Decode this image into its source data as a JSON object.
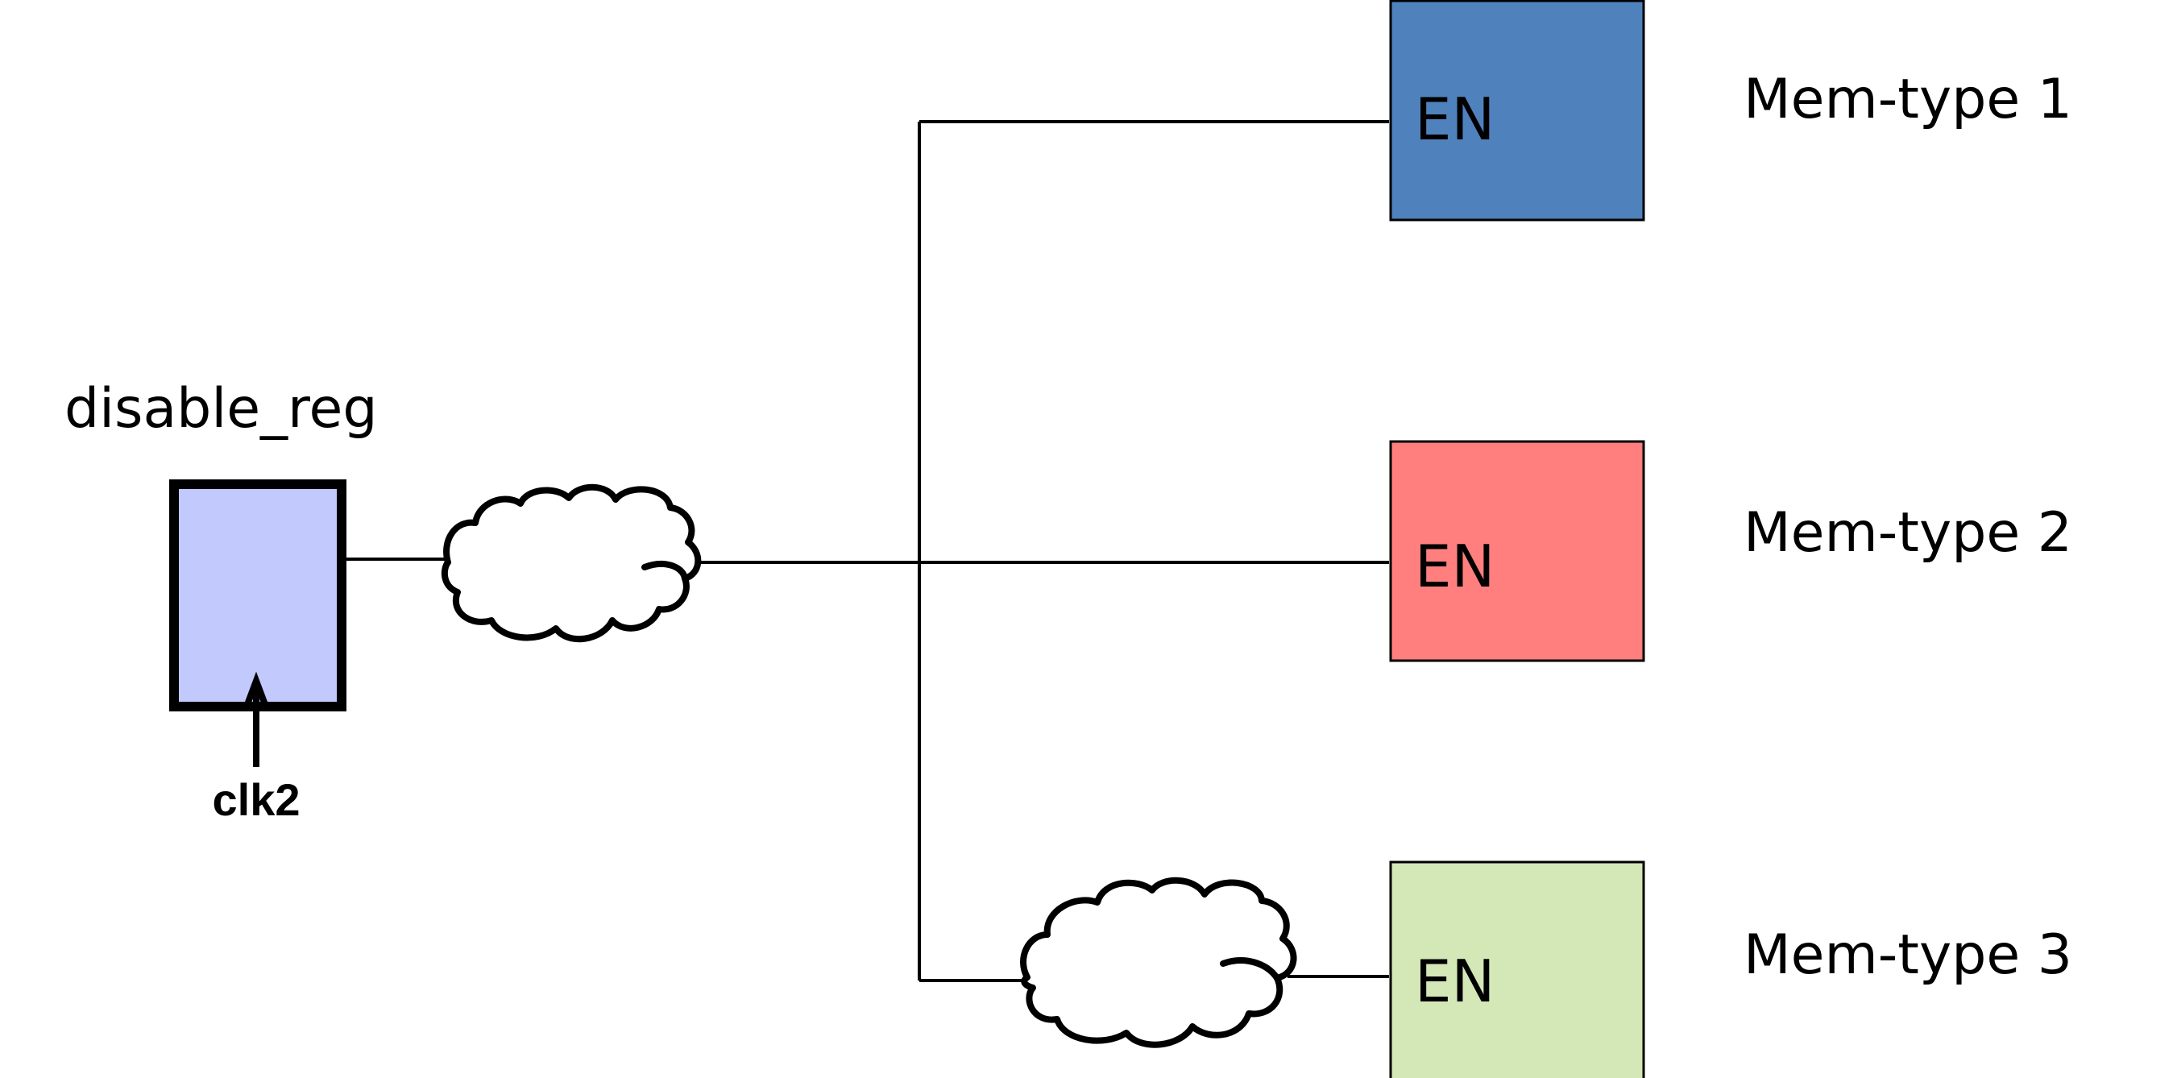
{
  "register": {
    "name": "disable_reg",
    "clock": "clk2",
    "fill": "#c1c9fd"
  },
  "memories": [
    {
      "label": "Mem-type 1",
      "port": "EN",
      "fill": "#4f81bd"
    },
    {
      "label": "Mem-type 2",
      "port": "EN",
      "fill": "#ff7f7f"
    },
    {
      "label": "Mem-type 3",
      "port": "EN",
      "fill": "#d3e8b6"
    }
  ]
}
